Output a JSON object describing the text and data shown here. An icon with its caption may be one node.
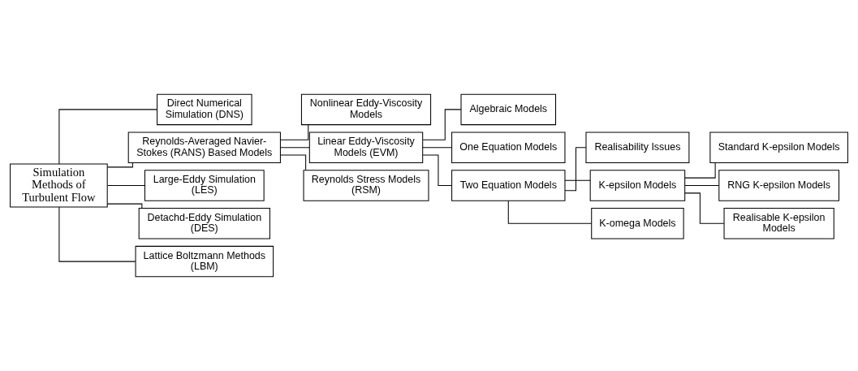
{
  "diagram": {
    "nodes": [
      {
        "text": [
          "Simulation Methods of Turbulent Flow"
        ]
      },
      {
        "text": [
          "Direct Numerical Simulation (DNS)"
        ]
      },
      {
        "text": [
          "Reynolds-Averaged Navier-Stokes (RANS) Based Models"
        ]
      },
      {
        "text": [
          "Large-Eddy Simulation (LES)"
        ]
      },
      {
        "text": [
          "Detachd-Eddy Simulation (DES)"
        ]
      },
      {
        "text": [
          "Lattice Boltzmann Methods (LBM)"
        ]
      },
      {
        "text": [
          "Nonlinear Eddy-Viscosity Models"
        ]
      },
      {
        "text": [
          "Linear Eddy-Viscosity Models (EVM)"
        ]
      },
      {
        "text": [
          "Reynolds Stress Models (RSM)"
        ]
      },
      {
        "text": [
          "Algebraic Models"
        ]
      },
      {
        "text": [
          "One Equation Models"
        ]
      },
      {
        "text": [
          "Two Equation Models"
        ]
      },
      {
        "text": [
          "Realisability Issues"
        ]
      },
      {
        "text": [
          "K-epsilon Models"
        ]
      },
      {
        "text": [
          "K-omega Models"
        ]
      },
      {
        "text": [
          "Standard K-epsilon Models"
        ]
      },
      {
        "text": [
          "RNG K-epsilon Models"
        ]
      },
      {
        "text": [
          "Realisable K-epsilon Models"
        ]
      }
    ],
    "edges": [
      {
        "from": 0,
        "to": 1,
        "arrow": "none"
      },
      {
        "from": 0,
        "to": 2,
        "arrow": "none"
      },
      {
        "from": 0,
        "to": 3,
        "arrow": "none"
      },
      {
        "from": 0,
        "to": 4,
        "arrow": "none"
      },
      {
        "from": 0,
        "to": 5,
        "arrow": "none"
      },
      {
        "from": 2,
        "to": 6,
        "arrow": "none"
      },
      {
        "from": 2,
        "to": 7,
        "arrow": "none"
      },
      {
        "from": 2,
        "to": 8,
        "arrow": "none"
      },
      {
        "from": 7,
        "to": 9,
        "arrow": "none"
      },
      {
        "from": 7,
        "to": 10,
        "arrow": "none"
      },
      {
        "from": 7,
        "to": 11,
        "arrow": "none"
      },
      {
        "from": 11,
        "to": 12,
        "arrow": "none"
      },
      {
        "from": 11,
        "to": 13,
        "arrow": "none"
      },
      {
        "from": 11,
        "to": 14,
        "arrow": "none"
      },
      {
        "from": 13,
        "to": 15,
        "arrow": "none"
      },
      {
        "from": 13,
        "to": 16,
        "arrow": "none"
      },
      {
        "from": 13,
        "to": 17,
        "arrow": "none"
      }
    ]
  }
}
